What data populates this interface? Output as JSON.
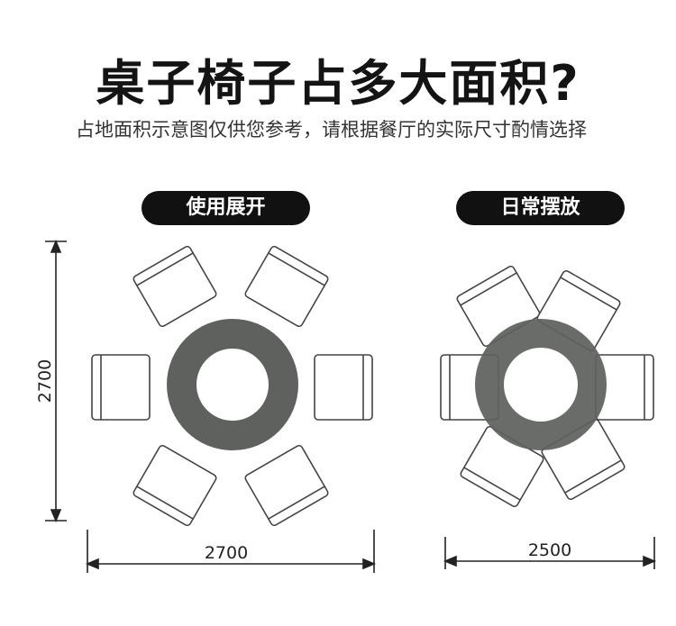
{
  "title": "桌子椅子占多大面积?",
  "subtitle": "占地面积示意图仅供您参考，请根据餐厅的实际尺寸酌情选择",
  "left": {
    "label": "使用展开",
    "width_dim": "2700",
    "height_dim": "2700"
  },
  "right": {
    "label": "日常摆放",
    "width_dim": "2500"
  },
  "colors": {
    "table": "#5f615f",
    "chair_stroke": "#444444",
    "pill": "#111111"
  }
}
